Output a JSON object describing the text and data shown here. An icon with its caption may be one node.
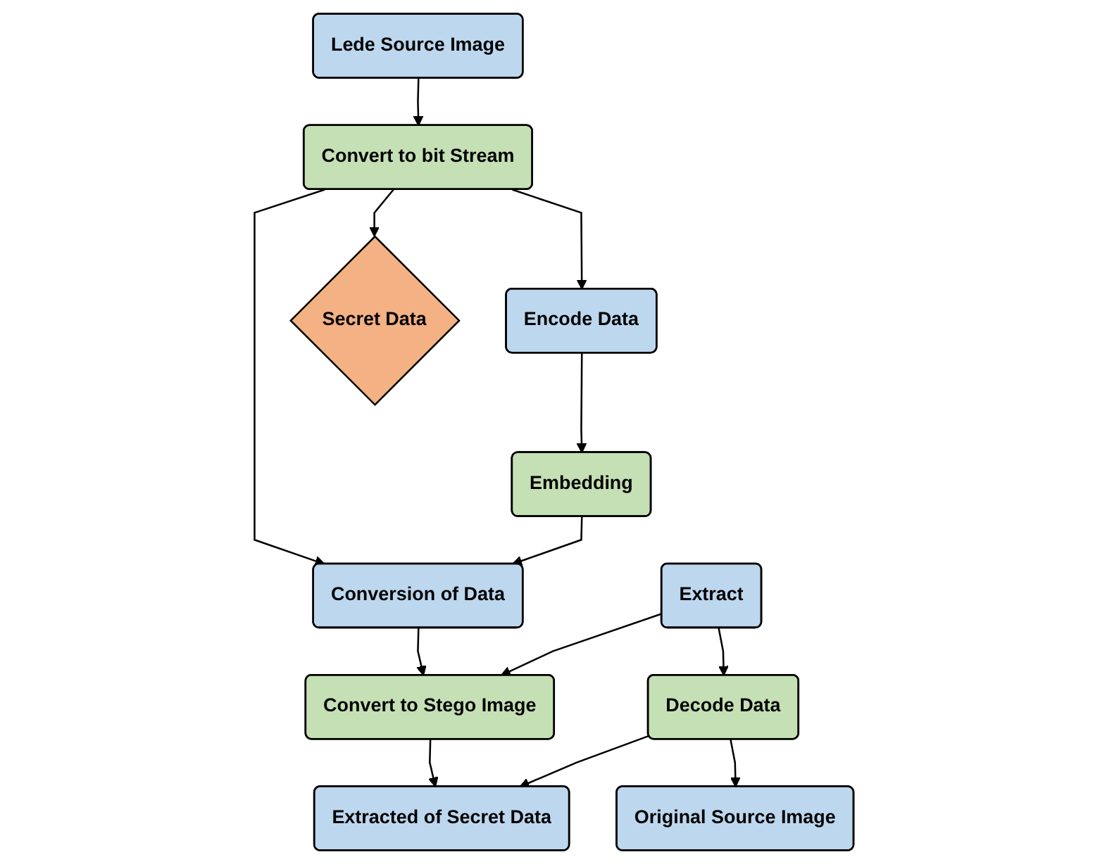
{
  "diagram": {
    "nodes": [
      {
        "text": [
          "Lede Source Image"
        ]
      },
      {
        "text": [
          "Encode Data"
        ]
      },
      {
        "text": [
          "Convert to bit Stream"
        ]
      },
      {
        "text": [
          "Secret Data"
        ]
      },
      {
        "text": [
          "Embedding"
        ]
      },
      {
        "text": [
          "Conversion of Data"
        ]
      },
      {
        "text": [
          "Extract"
        ]
      },
      {
        "text": [
          "Convert to Stego Image"
        ]
      },
      {
        "text": [
          "Decode Data"
        ]
      },
      {
        "text": [
          "Extracted of Secret Data"
        ]
      },
      {
        "text": [
          "Original Source Image"
        ]
      }
    ],
    "edges": [
      {
        "from": 0,
        "to": 2,
        "arrow": "to"
      },
      {
        "from": 2,
        "to": 1,
        "arrow": "to"
      },
      {
        "from": 2,
        "to": 3,
        "arrow": "to"
      },
      {
        "from": 1,
        "to": 4,
        "arrow": "to"
      },
      {
        "from": 2,
        "to": 5,
        "arrow": "to"
      },
      {
        "from": 4,
        "to": 5,
        "arrow": "to"
      },
      {
        "from": 5,
        "to": 7,
        "arrow": "to"
      },
      {
        "from": 6,
        "to": 7,
        "arrow": "to"
      },
      {
        "from": 6,
        "to": 8,
        "arrow": "to"
      },
      {
        "from": 7,
        "to": 9,
        "arrow": "to"
      },
      {
        "from": 8,
        "to": 9,
        "arrow": "to"
      },
      {
        "from": 8,
        "to": 10,
        "arrow": "to"
      }
    ]
  }
}
